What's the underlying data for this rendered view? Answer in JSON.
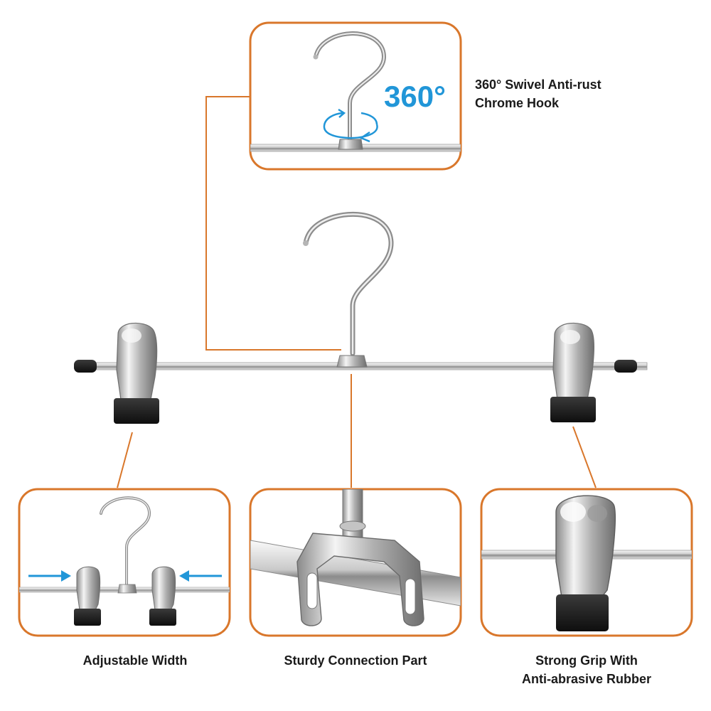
{
  "colors": {
    "accent_orange": "#d9772b",
    "arrow_blue": "#2196d8",
    "chrome_light": "#f2f2f2",
    "chrome_dark": "#7a7a7a",
    "rubber_black": "#1b1b1b"
  },
  "badge": {
    "degrees": "360°"
  },
  "callouts": {
    "hook": {
      "line1": "360° Swivel Anti-rust",
      "line2": "Chrome Hook"
    },
    "adjustable": {
      "label": "Adjustable Width"
    },
    "connection": {
      "label": "Sturdy Connection Part"
    },
    "grip": {
      "line1": "Strong Grip With",
      "line2": "Anti-abrasive Rubber"
    }
  },
  "icons": [
    "rotation-arrow-icon",
    "arrow-right-icon",
    "arrow-left-icon"
  ]
}
